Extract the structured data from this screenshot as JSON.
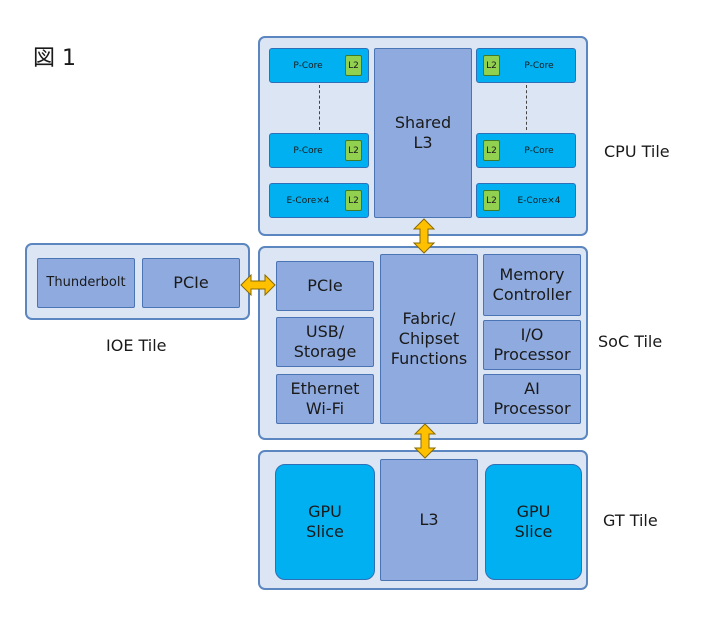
{
  "figure_label": "図 1",
  "cpu_tile": {
    "label": "CPU Tile",
    "shared_l3": "Shared\nL3",
    "left_cores": [
      "P-Core",
      "P-Core",
      "E-Core×4"
    ],
    "right_cores": [
      "P-Core",
      "P-Core",
      "E-Core×4"
    ],
    "l2_label": "L2"
  },
  "ioe_tile": {
    "label": "IOE Tile",
    "thunderbolt": "Thunderbolt",
    "pcie": "PCIe"
  },
  "soc_tile": {
    "label": "SoC Tile",
    "pcie": "PCIe",
    "usb_storage": "USB/\nStorage",
    "ethernet_wifi": "Ethernet\nWi-Fi",
    "fabric": "Fabric/\nChipset\nFunctions",
    "memory_controller": "Memory\nController",
    "io_processor": "I/O\nProcessor",
    "ai_processor": "AI\nProcessor"
  },
  "gt_tile": {
    "label": "GT Tile",
    "gpu_slice_left": "GPU\nSlice",
    "l3": "L3",
    "gpu_slice_right": "GPU\nSlice"
  },
  "colors": {
    "tile_fill": "#dbe5f3",
    "tile_border": "#5b86bf",
    "block_fill": "#8eaade",
    "core_fill": "#00b0f0",
    "l2_fill": "#92d050",
    "arrow_fill": "#ffc000"
  }
}
